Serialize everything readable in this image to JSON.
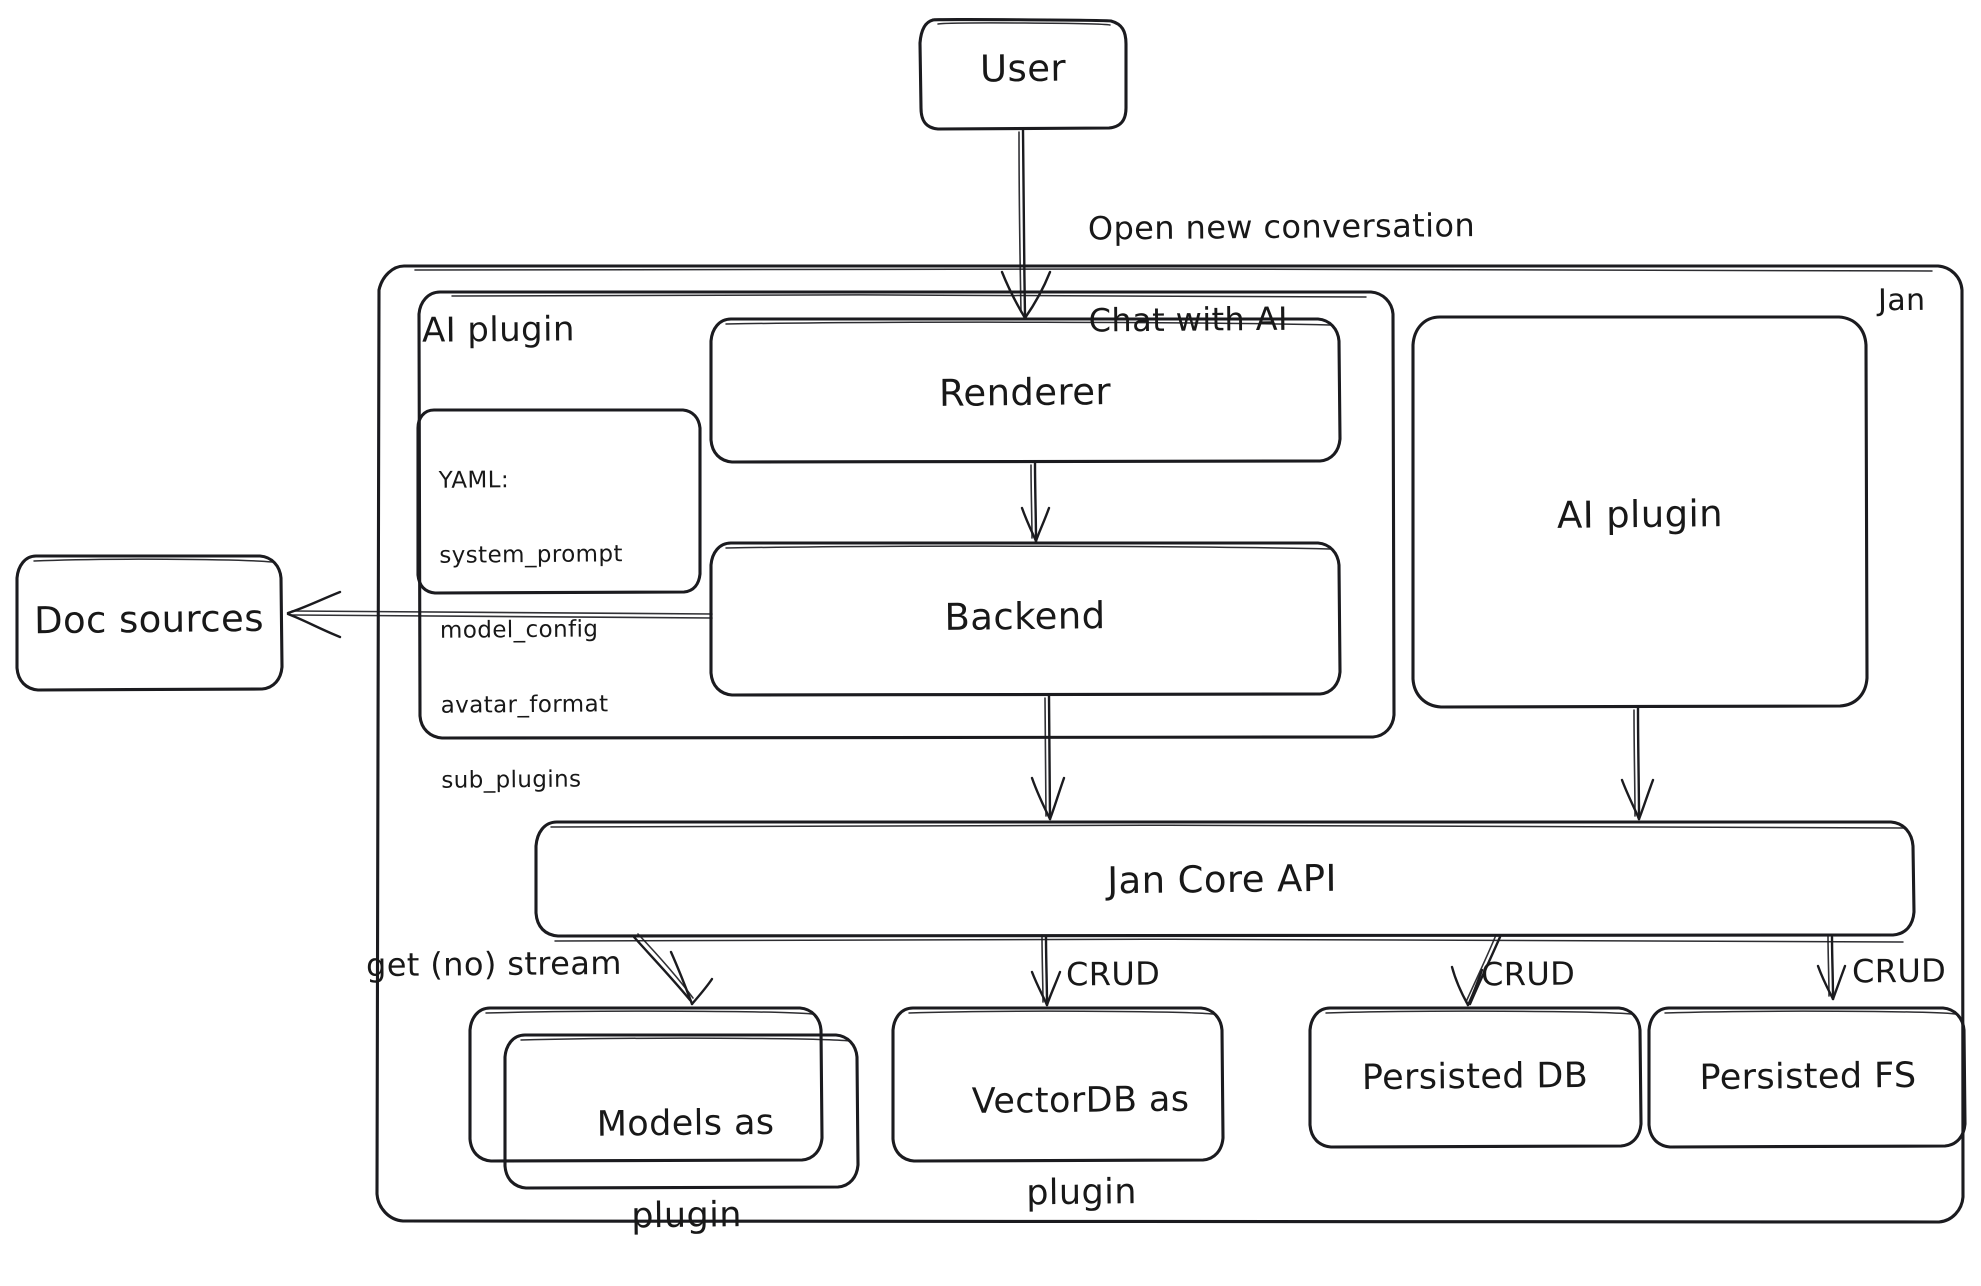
{
  "diagram": {
    "title": "Jan architecture diagram",
    "style": "hand-drawn",
    "stroke_color": "#1b1b1f",
    "background_color": "#ffffff"
  },
  "nodes": {
    "user": {
      "label": "User"
    },
    "jan_container": {
      "label": "Jan"
    },
    "ai_plugin_group": {
      "label": "AI plugin"
    },
    "renderer": {
      "label": "Renderer"
    },
    "backend": {
      "label": "Backend"
    },
    "ai_plugin_box": {
      "label": "AI plugin"
    },
    "doc_sources": {
      "label": "Doc sources"
    },
    "jan_core_api": {
      "label": "Jan Core API"
    },
    "models_plugin": {
      "label": "Models as\nplugin",
      "line1": "Models as",
      "line2": "plugin"
    },
    "vectordb_plugin": {
      "label": "VectorDB as\nplugin",
      "line1": "VectorDB as",
      "line2": "plugin"
    },
    "persisted_db": {
      "label": "Persisted DB"
    },
    "persisted_fs": {
      "label": "Persisted FS"
    }
  },
  "yaml_note": {
    "header": "YAML:",
    "keys": [
      "system_prompt",
      "model_config",
      "avatar_format",
      "sub_plugins"
    ]
  },
  "edges": {
    "user_to_renderer": {
      "label": "Open new conversation\nChat with AI",
      "line1": "Open new conversation",
      "line2": "Chat with AI"
    },
    "renderer_to_backend": {
      "label": ""
    },
    "backend_to_doc_sources": {
      "label": ""
    },
    "backend_to_core": {
      "label": ""
    },
    "aiplugin_to_core": {
      "label": ""
    },
    "core_to_models": {
      "label": "get (no) stream"
    },
    "core_to_vectordb": {
      "label": "CRUD"
    },
    "core_to_db": {
      "label": "CRUD"
    },
    "core_to_fs": {
      "label": "CRUD"
    }
  }
}
